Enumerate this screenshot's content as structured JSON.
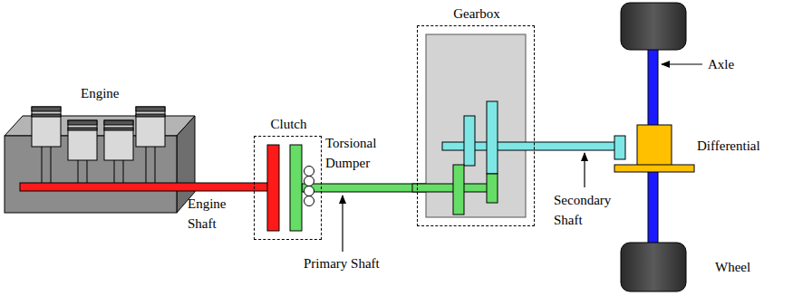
{
  "diagram": {
    "nodes": [
      {
        "text": [
          "Clutch"
        ]
      },
      {
        "text": [
          "Gearbox"
        ]
      }
    ],
    "labels": [
      "Engine",
      "Engine Shaft",
      "Torsional Dumper",
      "Primary Shaft",
      "Secondary Shaft",
      "Axle",
      "Differential",
      "Wheel"
    ]
  }
}
